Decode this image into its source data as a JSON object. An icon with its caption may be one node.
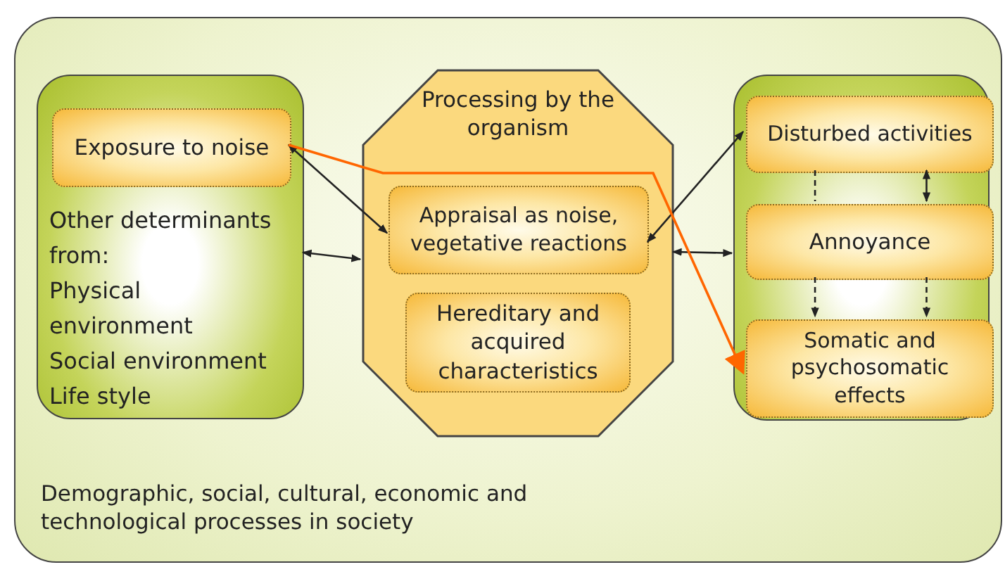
{
  "diagram": {
    "nodes": [
      {
        "text": [
          "Demographic, social, cultural, economic and technological processes in society"
        ]
      },
      {
        "text": [
          "Other determinants from:",
          "Physical environment",
          "Social environment",
          "Life style"
        ],
        "in": 0
      },
      {
        "text": [
          "Exposure to noise"
        ],
        "in": 1
      },
      {
        "text": [
          "Processing by the organism"
        ],
        "in": 0
      },
      {
        "text": [
          "Appraisal as noise, vegetative reactions"
        ],
        "in": 3
      },
      {
        "text": [
          "Hereditary and acquired characteristics"
        ],
        "in": 3
      },
      {
        "text": [],
        "shape": "box",
        "in": 0
      },
      {
        "text": [
          "Disturbed activities"
        ],
        "in": 6
      },
      {
        "text": [
          "Annoyance"
        ],
        "in": 6
      },
      {
        "text": [
          "Somatic and psychosomatic effects"
        ],
        "in": 6
      }
    ],
    "edges": [
      {
        "from": 2,
        "to": 4,
        "arrow": "both"
      },
      {
        "from": 1,
        "to": 3,
        "arrow": "both"
      },
      {
        "from": 4,
        "to": 7,
        "arrow": "both"
      },
      {
        "from": 3,
        "to": 6,
        "arrow": "both"
      },
      {
        "from": 7,
        "to": 8,
        "arrow": "none",
        "style": "dashed"
      },
      {
        "from": 7,
        "to": 8,
        "arrow": "both"
      },
      {
        "from": 8,
        "to": 9,
        "arrow": "to",
        "style": "dashed"
      },
      {
        "from": 8,
        "to": 9,
        "arrow": "to",
        "style": "dashed"
      },
      {
        "from": 2,
        "to": 9,
        "arrow": "to",
        "color": "#ff6600"
      }
    ]
  }
}
